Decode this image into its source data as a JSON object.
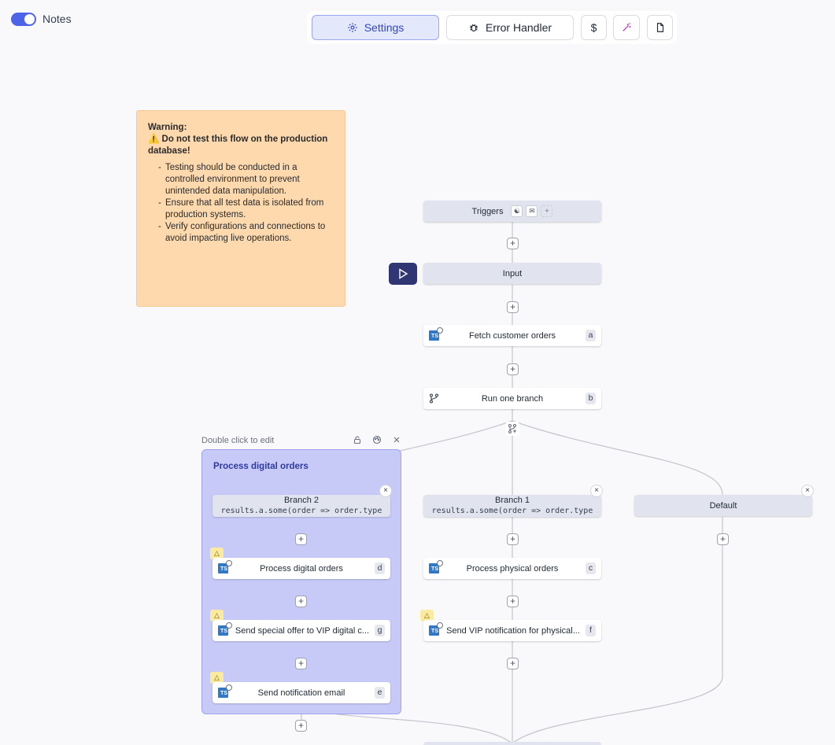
{
  "notes": {
    "label": "Notes"
  },
  "toolbar": {
    "settings": "Settings",
    "error_handler": "Error Handler",
    "dollar": "$"
  },
  "sticky": {
    "title": "Warning:",
    "subtitle": "Do not test this flow on the production database!",
    "items": [
      "Testing should be conducted in a controlled environment to prevent unintended data manipulation.",
      "Ensure that all test data is isolated from production systems.",
      "Verify configurations and connections to avoid impacting live operations."
    ]
  },
  "group": {
    "hint": "Double click to edit",
    "title": "Process digital orders"
  },
  "flow": {
    "triggers": "Triggers",
    "input": "Input",
    "fetch": {
      "label": "Fetch customer orders",
      "id": "a"
    },
    "branch_one": {
      "label": "Run one branch",
      "id": "b"
    },
    "branch2": {
      "label": "Branch 2",
      "expr": "results.a.some(order => order.type"
    },
    "branch1": {
      "label": "Branch 1",
      "expr": "results.a.some(order => order.type"
    },
    "default": "Default",
    "digital": {
      "label": "Process digital orders",
      "id": "d"
    },
    "vip_digital": {
      "label": "Send special offer to VIP digital c...",
      "id": "g"
    },
    "notify": {
      "label": "Send notification email",
      "id": "e"
    },
    "physical": {
      "label": "Process physical orders",
      "id": "c"
    },
    "vip_physical": {
      "label": "Send VIP notification for physical...",
      "id": "f"
    },
    "ts_badge": "TS",
    "plus": "+",
    "close": "×"
  }
}
